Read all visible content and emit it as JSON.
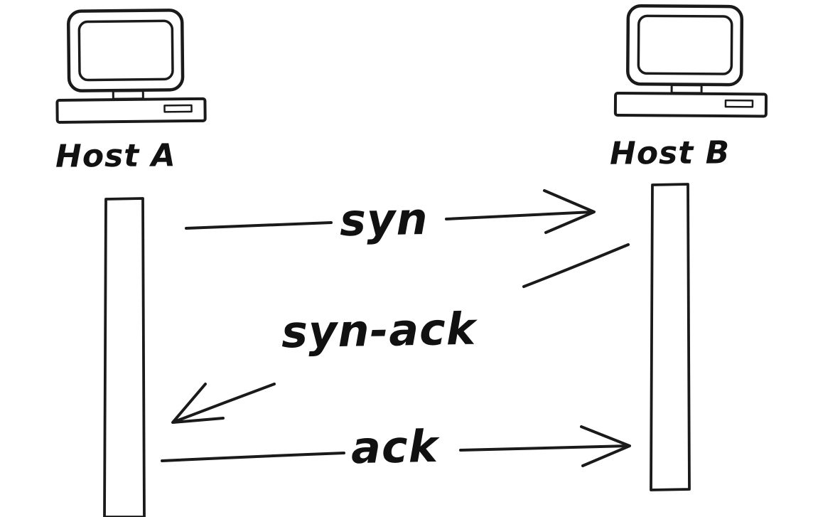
{
  "diagram": {
    "hosts": [
      {
        "id": "host-a",
        "label": "Host A"
      },
      {
        "id": "host-b",
        "label": "Host B"
      }
    ],
    "messages": [
      {
        "label": "syn",
        "from": "Host A",
        "to": "Host B",
        "direction": "right"
      },
      {
        "label": "syn-ack",
        "from": "Host B",
        "to": "Host A",
        "direction": "left"
      },
      {
        "label": "ack",
        "from": "Host A",
        "to": "Host B",
        "direction": "right"
      }
    ],
    "colors": {
      "ink": "#1a1a1a",
      "background": "#ffffff"
    }
  }
}
